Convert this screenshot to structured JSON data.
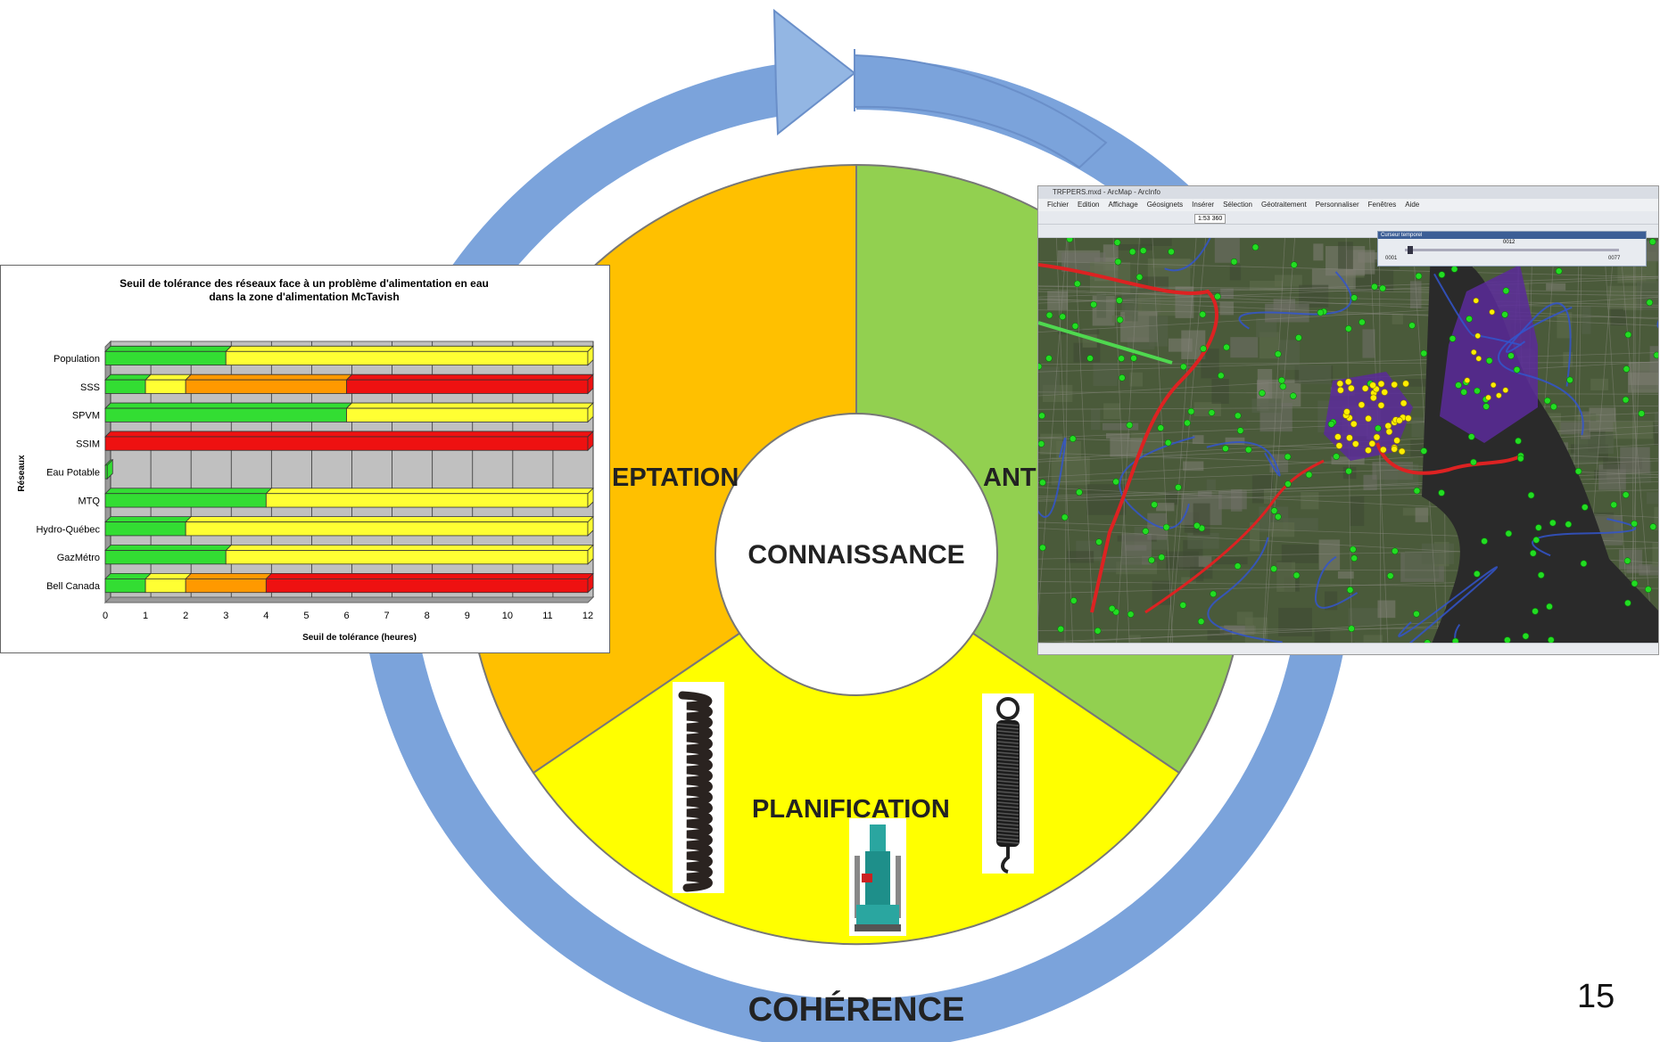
{
  "diagram": {
    "center_label": "CONNAISSANCE",
    "ring_label": "COHÉRENCE",
    "segments": [
      {
        "label": "EPTATION",
        "color": "#FFC000"
      },
      {
        "label": "ANTI",
        "color": "#92D050"
      },
      {
        "label": "PLANIFICATION",
        "color": "#FFFF00"
      }
    ],
    "ring_color": "#7BA3DB",
    "page_number": "15"
  },
  "chart_data": {
    "type": "bar",
    "orientation": "horizontal",
    "stacked": true,
    "title_line1": "Seuil de tolérance des réseaux face à un problème d'alimentation en eau",
    "title_line2": "dans la zone d'alimentation McTavish",
    "xlabel": "Seuil de tolérance (heures)",
    "ylabel": "Réseaux",
    "xlim": [
      0,
      12
    ],
    "xticks": [
      "0",
      "1",
      "2",
      "3",
      "4",
      "5",
      "6",
      "7",
      "8",
      "9",
      "10",
      "11",
      "12"
    ],
    "grid": true,
    "categories": [
      "Population",
      "SSS",
      "SPVM",
      "SSIM",
      "Eau Potable",
      "MTQ",
      "Hydro-Québec",
      "GazMétro",
      "Bell Canada"
    ],
    "segments": [
      [
        {
          "from": 0,
          "to": 3,
          "color": "#33DD33"
        },
        {
          "from": 3,
          "to": 12,
          "color": "#FFFF33"
        }
      ],
      [
        {
          "from": 0,
          "to": 1,
          "color": "#33DD33"
        },
        {
          "from": 1,
          "to": 2,
          "color": "#FFFF33"
        },
        {
          "from": 2,
          "to": 6,
          "color": "#FF9900"
        },
        {
          "from": 6,
          "to": 12,
          "color": "#EE1111"
        }
      ],
      [
        {
          "from": 0,
          "to": 6,
          "color": "#33DD33"
        },
        {
          "from": 6,
          "to": 12,
          "color": "#FFFF33"
        }
      ],
      [
        {
          "from": 0,
          "to": 12,
          "color": "#EE1111"
        }
      ],
      [
        {
          "from": 0,
          "to": 0.05,
          "color": "#33DD33"
        }
      ],
      [
        {
          "from": 0,
          "to": 4,
          "color": "#33DD33"
        },
        {
          "from": 4,
          "to": 12,
          "color": "#FFFF33"
        }
      ],
      [
        {
          "from": 0,
          "to": 2,
          "color": "#33DD33"
        },
        {
          "from": 2,
          "to": 12,
          "color": "#FFFF33"
        }
      ],
      [
        {
          "from": 0,
          "to": 3,
          "color": "#33DD33"
        },
        {
          "from": 3,
          "to": 12,
          "color": "#FFFF33"
        }
      ],
      [
        {
          "from": 0,
          "to": 1,
          "color": "#33DD33"
        },
        {
          "from": 1,
          "to": 2,
          "color": "#FFFF33"
        },
        {
          "from": 2,
          "to": 4,
          "color": "#FF9900"
        },
        {
          "from": 4,
          "to": 12,
          "color": "#EE1111"
        }
      ]
    ]
  },
  "map_window": {
    "title": "TRFPERS.mxd - ArcMap - ArcInfo",
    "menu": [
      "Fichier",
      "Edition",
      "Affichage",
      "Géosignets",
      "Insérer",
      "Sélection",
      "Géotraitement",
      "Personnaliser",
      "Fenêtres",
      "Aide"
    ],
    "scale": "1:53 360",
    "slider_title": "Curseur temporel",
    "slider_value": "0012",
    "slider_min": "0001",
    "slider_max": "0077",
    "colors": {
      "aerial": "#4a5a3a",
      "water": "#2a2a2a",
      "zone": "#5a2a9a",
      "route": "#dd2222",
      "network": "#3355cc",
      "point_green": "#22dd22",
      "point_yellow": "#ffee00"
    }
  }
}
